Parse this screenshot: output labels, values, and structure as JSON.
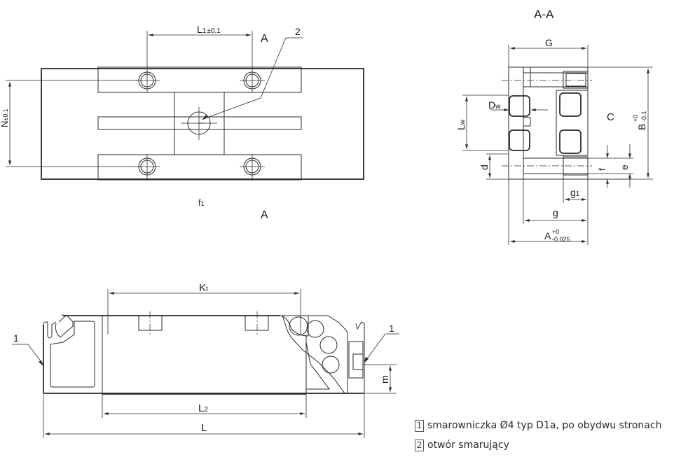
{
  "top_view": {
    "dim_l1": "L",
    "dim_l1_sub": "1",
    "dim_l1_tol": "±0.1",
    "dim_n": "N",
    "dim_n_tol": "±0.1",
    "section_mark_top": "A",
    "section_mark_bottom": "A",
    "callout_2": "2",
    "label_f1": "f",
    "label_f1_sub": "1"
  },
  "section_view": {
    "title": "A-A",
    "dim_g_upper": "G",
    "dim_dw": "D",
    "dim_dw_sub": "w",
    "dim_lw": "L",
    "dim_lw_sub": "w",
    "label_c": "C",
    "dim_b": "B",
    "dim_b_tol_upper": "+0",
    "dim_b_tol_lower": "-0.1",
    "dim_d": "d",
    "dim_f": "f",
    "dim_e": "e",
    "dim_g1": "g",
    "dim_g1_sub": "1",
    "dim_g": "g",
    "dim_a": "A",
    "dim_a_tol_upper": "+0",
    "dim_a_tol_lower": "-0.025"
  },
  "side_view": {
    "dim_kt": "K",
    "dim_kt_sub": "t",
    "dim_l2": "L",
    "dim_l2_sub": "2",
    "dim_l": "L",
    "dim_m": "m",
    "callout_1_left": "1",
    "callout_1_right": "1"
  },
  "legend": {
    "items": [
      {
        "num": "1",
        "text": "smarowniczka Ø4 typ D1a, po obydwu stronach"
      },
      {
        "num": "2",
        "text": "otwór smarujący"
      }
    ]
  }
}
